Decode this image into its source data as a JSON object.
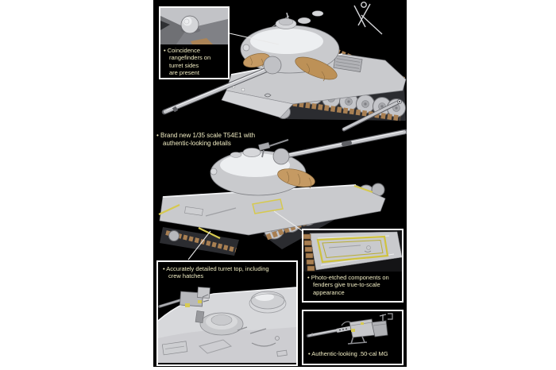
{
  "page": {
    "background_color": "#ffffff",
    "artwork_background": "#000000"
  },
  "colors": {
    "caption_text": "#f0ecc3",
    "box_border": "#ffffff",
    "tank_body_gray": "#c9cacd",
    "tank_highlight": "#eef0f2",
    "track_link_tan": "#a87f52",
    "stowage_tan": "#c59a63",
    "photo_etch_yellow": "#d6c94f",
    "leader_line": "#e9e9e9"
  },
  "annotations": {
    "rangefinder": {
      "line1": "• Coincidence",
      "line2": "rangefinders on",
      "line3": "turret sides",
      "line4": "are present"
    },
    "brand_new": {
      "line1": "• Brand new 1/35 scale T54E1 with",
      "line2": "authentic-looking details"
    },
    "turret_top": {
      "line1": "• Accurately detailed turret top, including",
      "line2": "crew hatches"
    },
    "photo_etched": {
      "line1": "• Photo-etched components on",
      "line2": "fenders give true-to-scale",
      "line3": "appearance"
    },
    "mg": {
      "line1": "• Authentic-looking .50-cal MG"
    }
  },
  "images": {
    "top_tank": "T54E1 model render, front-left view, gun lowered to left",
    "middle_tank": "T54E1 model render, gun elevated to upper right, photo-etched fender parts in yellow",
    "rangefinder_inset": "close-up of coincidence rangefinder dome on turret side",
    "turret_top_inset": "close-up of turret roof with .50-cal MG mount and crew hatches",
    "fender_inset": "top view of photo-etched fender component (yellow frame) on engine deck",
    "mg_inset": ".50-cal machine gun render"
  }
}
